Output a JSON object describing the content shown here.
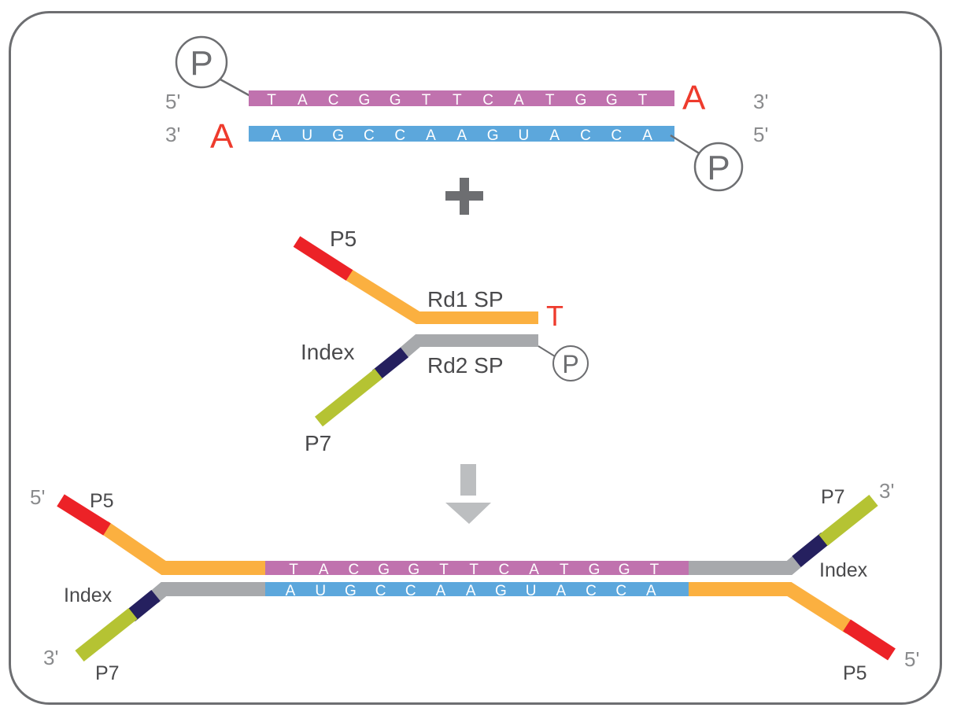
{
  "colors": {
    "frame": "#6d6e71",
    "insert_top": "#c072ae",
    "insert_bottom": "#5ca7dc",
    "p5": "#ec2227",
    "rd1_sp": "#fbb040",
    "rd2_sp": "#a7a9ac",
    "index": "#25205f",
    "p7": "#b5c333",
    "overhang": "#ee3b2d",
    "phosphate": "#6d6e71",
    "operator": "#6d6e71",
    "arrow": "#bcbec0"
  },
  "insert": {
    "top_strand": {
      "left_end": "5'",
      "right_end": "3'",
      "bases": [
        "T",
        "A",
        "C",
        "G",
        "G",
        "T",
        "T",
        "C",
        "A",
        "T",
        "G",
        "G",
        "T"
      ],
      "overhang": "A"
    },
    "bottom_strand": {
      "left_end": "3'",
      "right_end": "5'",
      "bases": [
        "A",
        "U",
        "G",
        "C",
        "C",
        "A",
        "A",
        "G",
        "U",
        "A",
        "C",
        "C",
        "A"
      ],
      "overhang": "A"
    },
    "phosphate_label": "P"
  },
  "operator": {
    "icon": "plus-icon"
  },
  "adapter": {
    "p5_label": "P5",
    "rd1_label": "Rd1 SP",
    "overhang": "T",
    "index_label": "Index",
    "rd2_label": "Rd2 SP",
    "phosphate_label": "P",
    "p7_label": "P7"
  },
  "result_arrow": {
    "icon": "arrow-down-icon"
  },
  "ligated_product": {
    "left": {
      "top_end": "5'",
      "p5_label": "P5",
      "index_label": "Index",
      "bottom_end": "3'",
      "p7_label": "P7"
    },
    "right": {
      "top_end": "3'",
      "p7_label": "P7",
      "index_label": "Index",
      "bottom_end": "5'",
      "p5_label": "P5"
    },
    "top_bases": [
      "T",
      "A",
      "C",
      "G",
      "G",
      "T",
      "T",
      "C",
      "A",
      "T",
      "G",
      "G",
      "T"
    ],
    "bottom_bases": [
      "A",
      "U",
      "G",
      "C",
      "C",
      "A",
      "A",
      "G",
      "U",
      "A",
      "C",
      "C",
      "A"
    ]
  }
}
